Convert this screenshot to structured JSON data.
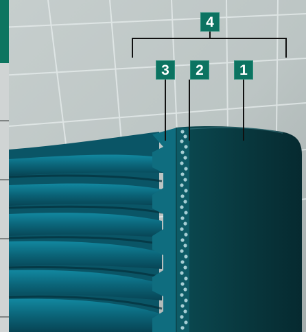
{
  "diagram": {
    "subject": "belt-cross-section",
    "callouts": {
      "c1": "1",
      "c2": "2",
      "c3": "3",
      "c4": "4"
    },
    "colors": {
      "background": "#b9c1c0",
      "grid": "#e6ecec",
      "belt_body": "#0a3f45",
      "belt_ribs": "#0d5f70",
      "callout_fill": "#0c7361",
      "callout_text": "#ffffff",
      "leader_lines": "#101010",
      "cords": "#9fc9cf",
      "side_tab": "#0d7560"
    }
  }
}
